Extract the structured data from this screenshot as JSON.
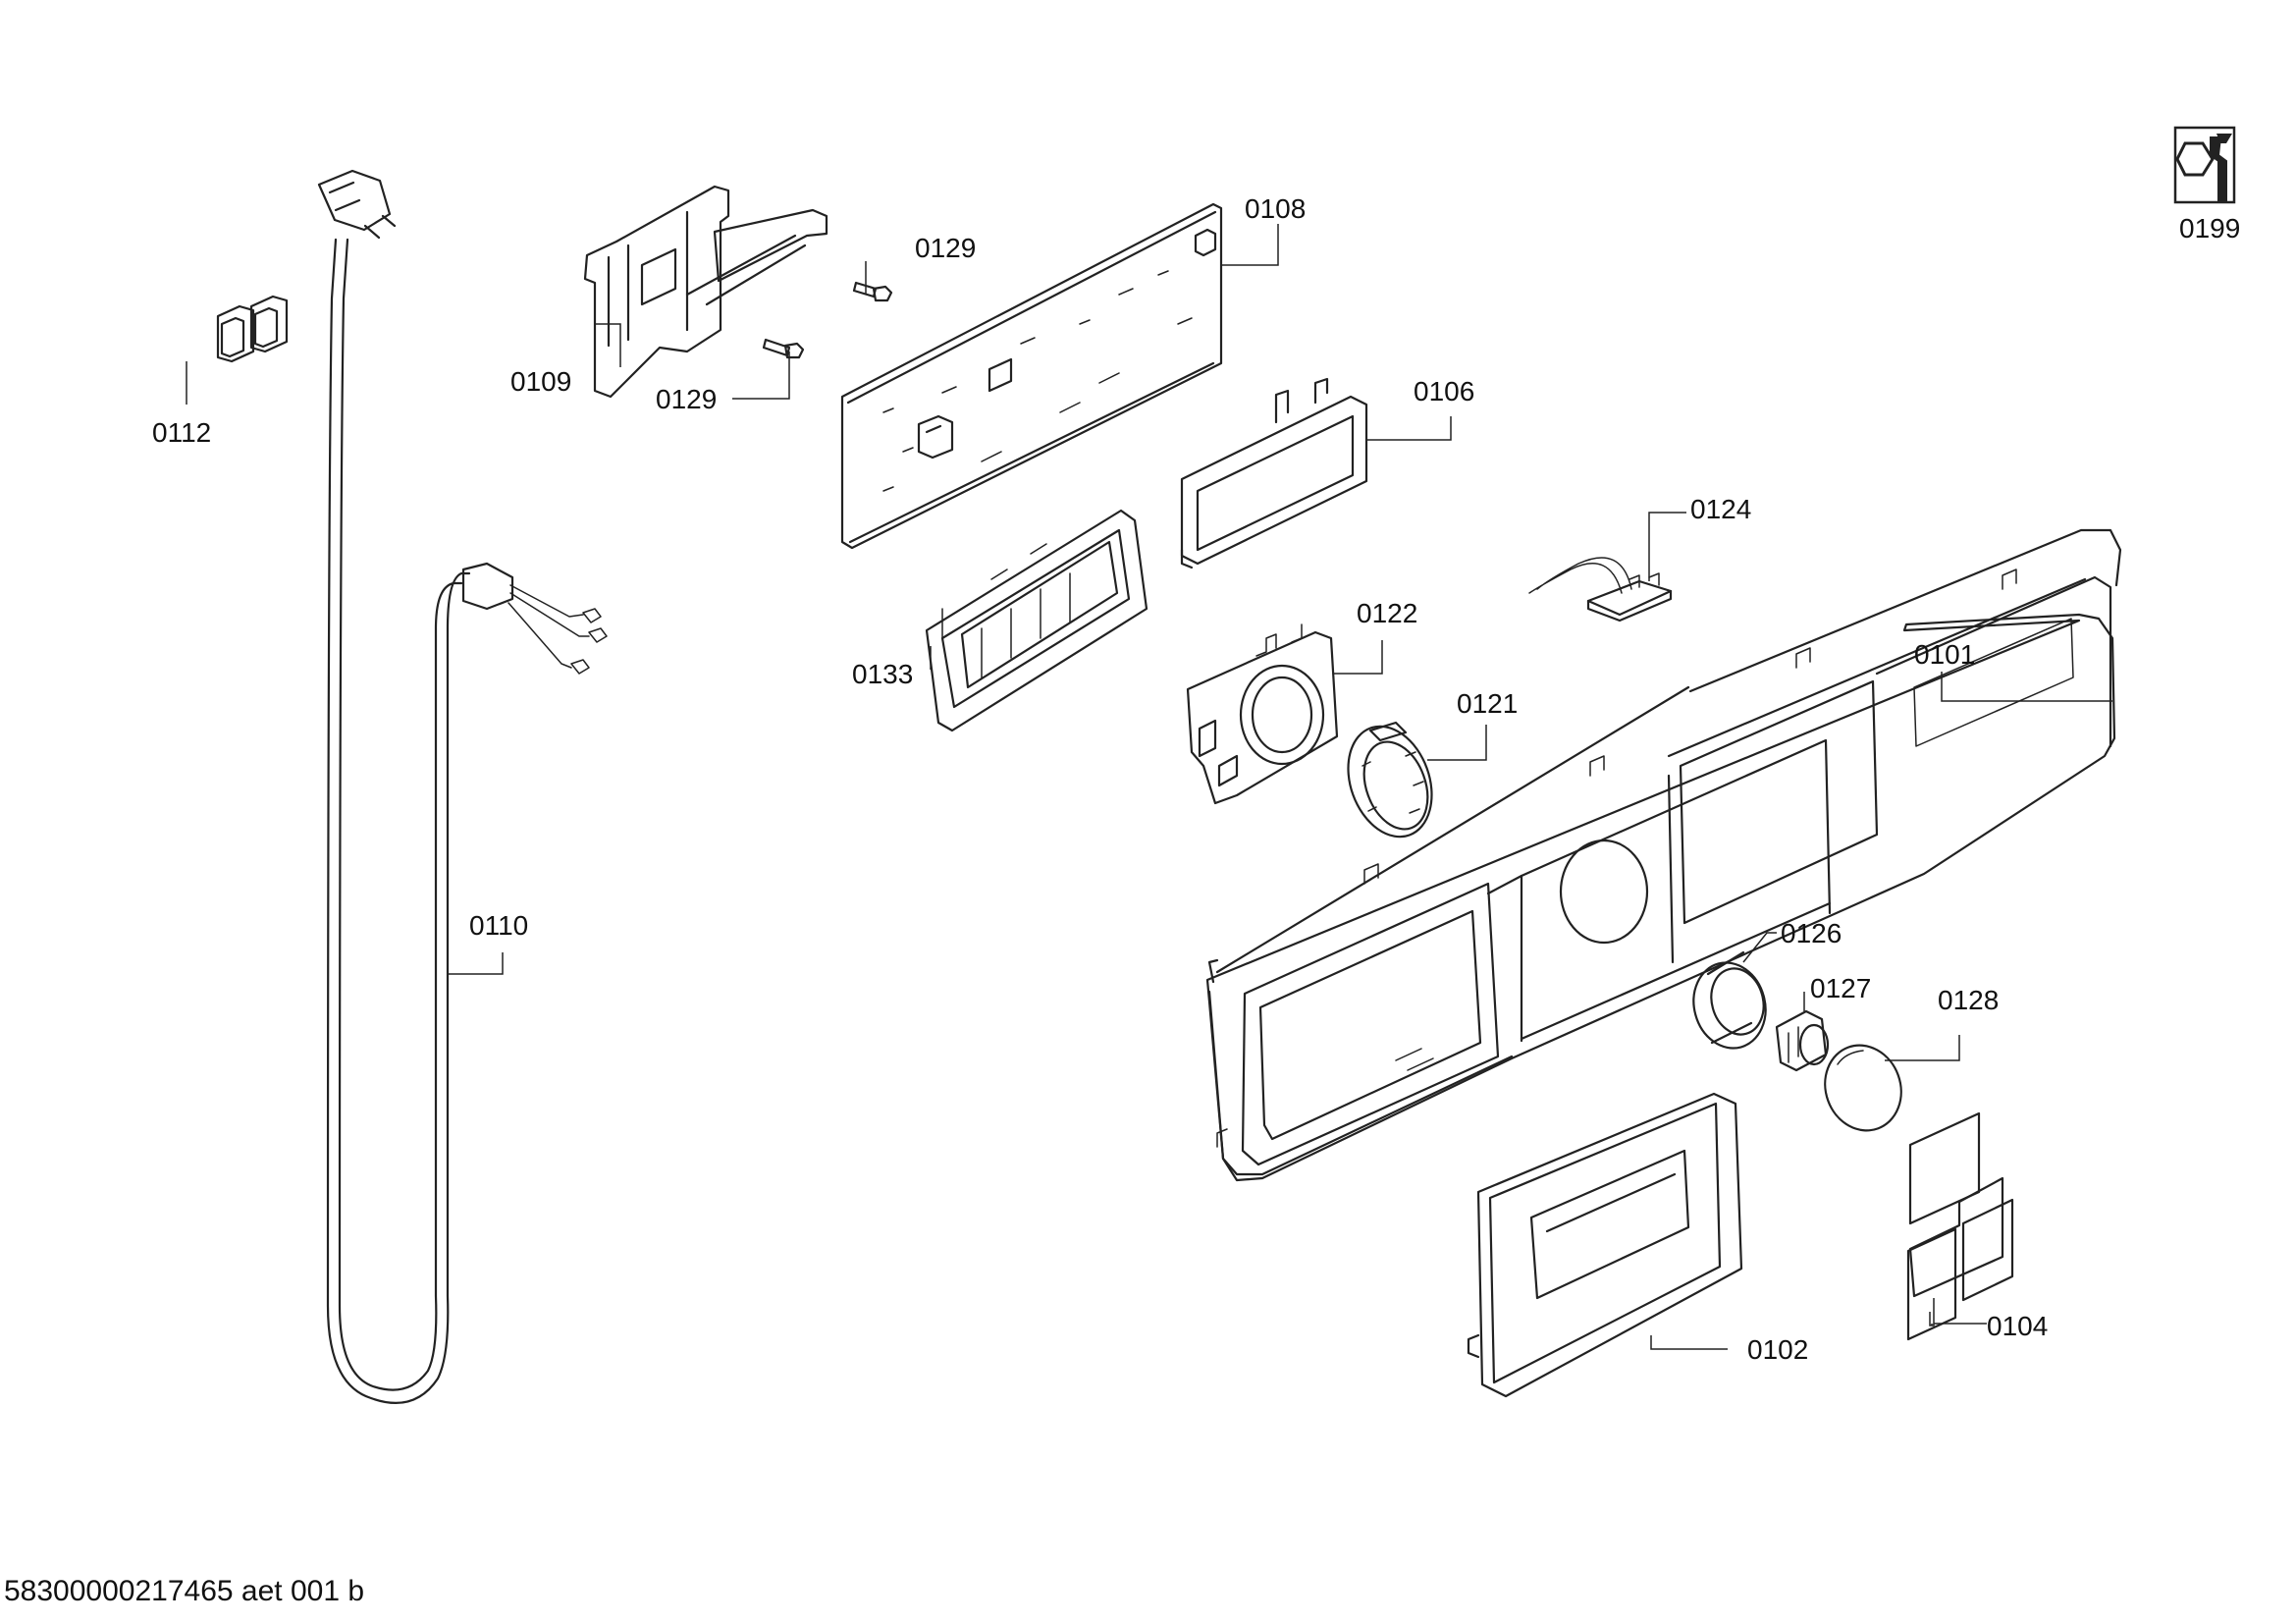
{
  "parts": [
    {
      "id": "p0112",
      "label": "0112"
    },
    {
      "id": "p0109",
      "label": "0109"
    },
    {
      "id": "p0129a",
      "label": "0129"
    },
    {
      "id": "p0129b",
      "label": "0129"
    },
    {
      "id": "p0108",
      "label": "0108"
    },
    {
      "id": "p0106",
      "label": "0106"
    },
    {
      "id": "p0124",
      "label": "0124"
    },
    {
      "id": "p0133",
      "label": "0133"
    },
    {
      "id": "p0122",
      "label": "0122"
    },
    {
      "id": "p0121",
      "label": "0121"
    },
    {
      "id": "p0101",
      "label": "0101"
    },
    {
      "id": "p0110",
      "label": "0110"
    },
    {
      "id": "p0126",
      "label": "0126"
    },
    {
      "id": "p0127",
      "label": "0127"
    },
    {
      "id": "p0128",
      "label": "0128"
    },
    {
      "id": "p0102",
      "label": "0102"
    },
    {
      "id": "p0104",
      "label": "0104"
    },
    {
      "id": "p0199",
      "label": "0199"
    }
  ],
  "footer": {
    "code": "58300000217465 aet 001 b"
  },
  "icons": {
    "service_kit": "wrench-nut-icon"
  }
}
